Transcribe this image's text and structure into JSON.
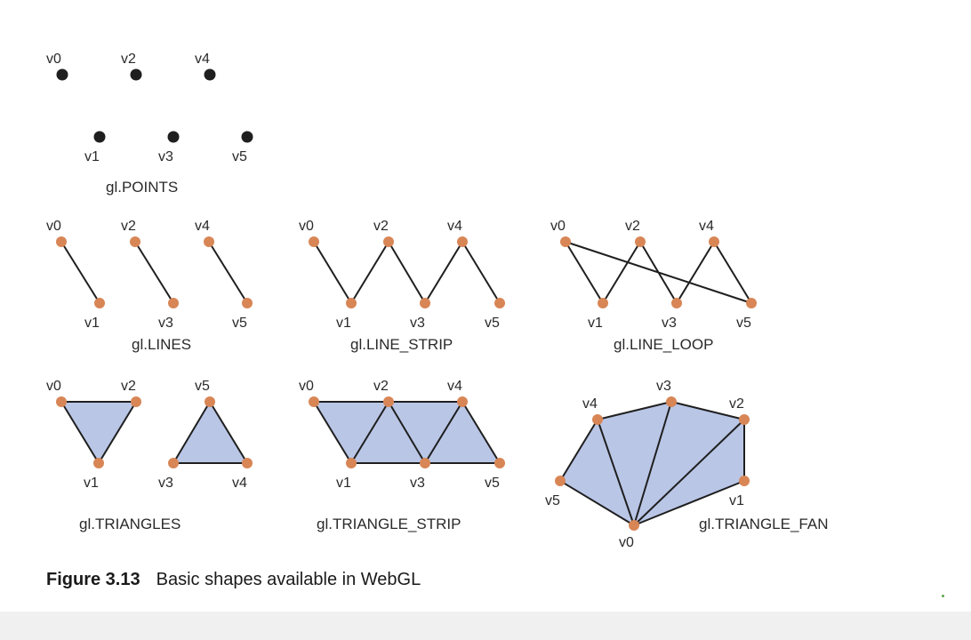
{
  "colors": {
    "fill": "#b9c6e6",
    "vertex": "#d88656",
    "point": "#1f1f1f",
    "line": "#1f1f1f",
    "accent": "#5aa848"
  },
  "caption": {
    "figure": "Figure 3.13",
    "text": "Basic shapes available in WebGL"
  },
  "panels": {
    "points": {
      "title": "gl.POINTS",
      "vertices": [
        "v0",
        "v1",
        "v2",
        "v3",
        "v4",
        "v5"
      ]
    },
    "lines": {
      "title": "gl.LINES",
      "vertices": [
        "v0",
        "v1",
        "v2",
        "v3",
        "v4",
        "v5"
      ]
    },
    "line_strip": {
      "title": "gl.LINE_STRIP",
      "vertices": [
        "v0",
        "v1",
        "v2",
        "v3",
        "v4",
        "v5"
      ]
    },
    "line_loop": {
      "title": "gl.LINE_LOOP",
      "vertices": [
        "v0",
        "v1",
        "v2",
        "v3",
        "v4",
        "v5"
      ]
    },
    "triangles": {
      "title": "gl.TRIANGLES",
      "vertices": [
        "v0",
        "v1",
        "v2",
        "v3",
        "v4",
        "v5"
      ]
    },
    "triangle_strip": {
      "title": "gl.TRIANGLE_STRIP",
      "vertices": [
        "v0",
        "v1",
        "v2",
        "v3",
        "v4",
        "v5"
      ]
    },
    "triangle_fan": {
      "title": "gl.TRIANGLE_FAN",
      "vertices": [
        "v0",
        "v1",
        "v2",
        "v3",
        "v4",
        "v5"
      ]
    }
  }
}
